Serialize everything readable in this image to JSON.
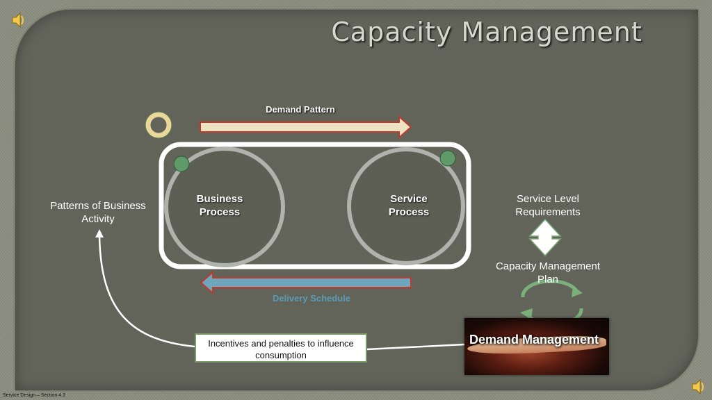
{
  "title": "Capacity Management",
  "demand_pattern_label": "Demand Pattern",
  "delivery_schedule_label": "Delivery Schedule",
  "business_process_label": "Business Process",
  "service_process_label": "Service Process",
  "patterns_label": "Patterns of Business Activity",
  "slr_label": "Service Level Requirements",
  "cmp_label": "Capacity Management Plan",
  "incentives_label": "Incentives and penalties to influence consumption",
  "demand_management_label": "Demand Management",
  "footer": "Service Design – Section 4.3",
  "colors": {
    "demand_arrow_fill": "#eee2c4",
    "demand_arrow_stroke": "#c0392b",
    "delivery_arrow_fill": "#6ea7bd",
    "delivery_caption": "#5b9bb5",
    "node_green": "#5e9a6a",
    "panel": "#62645a"
  },
  "icons": [
    "speaker-icon",
    "ring-icon",
    "double-arrow-icon",
    "cycle-arrows-icon"
  ]
}
